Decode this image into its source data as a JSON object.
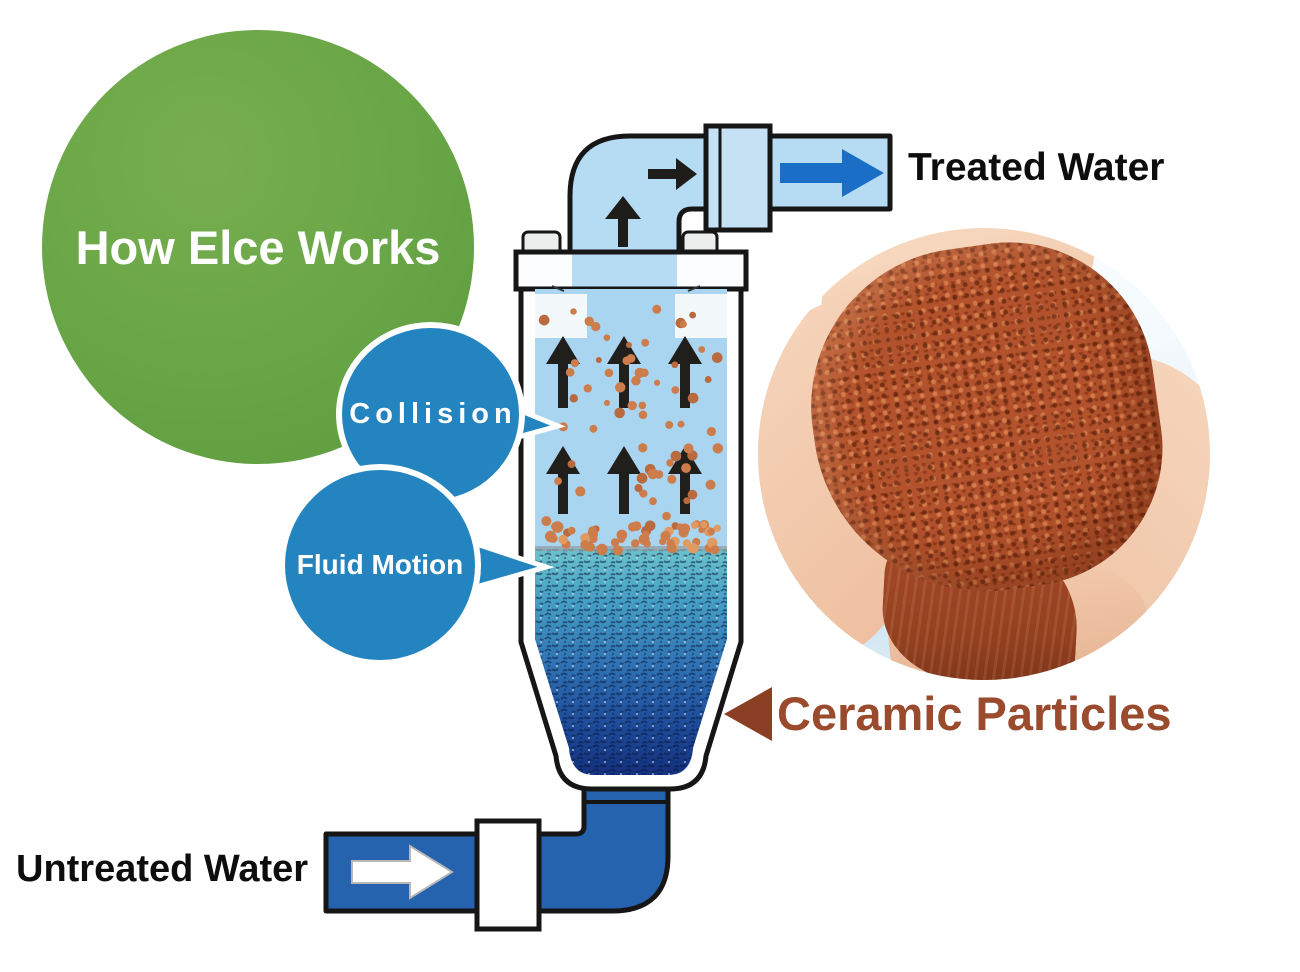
{
  "title": {
    "text": "How Elce Works"
  },
  "bubbles": [
    {
      "label": "Collision"
    },
    {
      "label": "Fluid Motion"
    }
  ],
  "labels": {
    "treated_water": "Treated Water",
    "untreated_water": "Untreated Water",
    "ceramic_particles": "Ceramic Particles"
  },
  "icons": {
    "treated_flow_arrow": "right-arrow",
    "untreated_flow_arrow": "right-arrow",
    "elbow_flow_arrows": [
      "up-arrow",
      "right-arrow"
    ],
    "column_flow_arrows": "up-arrow x6",
    "ceramic_pointer": "left-triangle"
  },
  "colors": {
    "title_circle_green": "#69a845",
    "bubble_blue": "#2484c0",
    "pipe_light_blue": "#b6dcf4",
    "pipe_dark_blue": "#2563ae",
    "flow_arrow_blue": "#1b6ec6",
    "column_water_blue": "#a9d5f1",
    "ceramic_text_brown": "#9a4a2d",
    "particle_orange": "#cd7c4b"
  }
}
